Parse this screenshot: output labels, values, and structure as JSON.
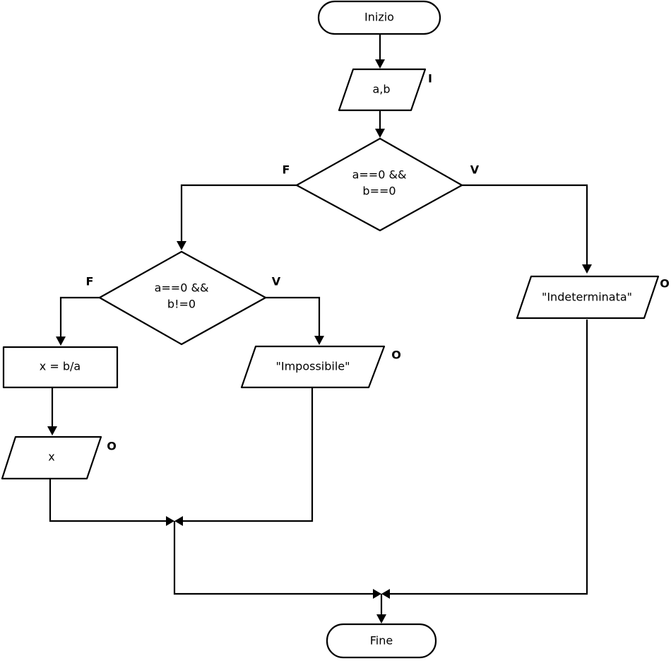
{
  "nodes": {
    "start": "Inizio",
    "input_ab": "a,b",
    "decision1_line1": "a==0 &&",
    "decision1_line2": "b==0",
    "decision2_line1": "a==0 &&",
    "decision2_line2": "b!=0",
    "process_x": "x = b/a",
    "output_x": "x",
    "output_impossibile": "\"Impossibile\"",
    "output_indeterminata": "\"Indeterminata\"",
    "end": "Fine"
  },
  "tags": {
    "input": "I",
    "output": "O",
    "true": "V",
    "false": "F"
  }
}
